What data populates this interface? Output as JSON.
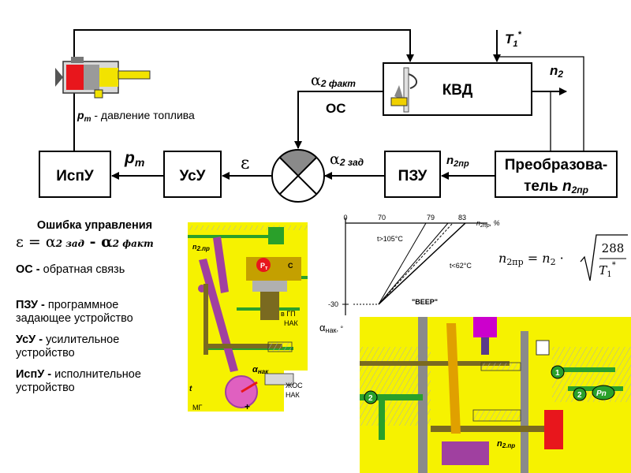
{
  "blocks": {
    "kvd": "КВД",
    "ispu": "ИспУ",
    "usu": "УсУ",
    "pzu": "ПЗУ",
    "converter_line1": "Преобразова-",
    "converter_line2": "тель "
  },
  "signals": {
    "t1_star": "T",
    "t1_sub": "1",
    "t1_sup": "*",
    "n2": "n",
    "n2_sub": "2",
    "n2pr": "n",
    "n2pr_sub": "2пр",
    "alpha2_fact_sym": "α",
    "alpha2_fact_sub": "2 факт",
    "alpha2_zad_sym": "α",
    "alpha2_zad_sub": "2 зад",
    "epsilon": "ε",
    "pt": "p",
    "pt_sub": "т",
    "os": "ОС"
  },
  "fuel_label": {
    "sym": "p",
    "sub": "т",
    "text": " - давление топлива"
  },
  "legend": {
    "title": "Ошибка управления",
    "eq_eps": "ε = α",
    "eq_zad": "2 зад",
    "eq_minus": " - α",
    "eq_fact": "2 факт",
    "os_abbr": "ОС -",
    "os_text": " обратная связь",
    "pzu_abbr": "ПЗУ -",
    "pzu_text": " программное задающее устройство",
    "usu_abbr": "УсУ -",
    "usu_text": " усилительное устройство",
    "ispu_abbr": "ИспУ -",
    "ispu_text": " исполнительное устройство"
  },
  "graph": {
    "x_ticks": [
      "0",
      "70",
      "79",
      "83"
    ],
    "x_unit": "n",
    "x_unit_sub": "2пр",
    "x_unit_tail": ", %",
    "y_tick": "-30",
    "y_label": "α",
    "y_label_sub": "нак",
    "y_label_tail": ", °",
    "curve_hot": "t",
    "curve_hot_tail": ">105°C",
    "curve_cold": "t",
    "curve_cold_tail": "<62°C",
    "fan_label": "\"ВЕЕР\""
  },
  "formula": {
    "lhs": "n",
    "lhs_sub": "2пр",
    "eq": " = n",
    "eq_sub": "2",
    "dot": " · ",
    "num": "288",
    "den": "T",
    "den_sub": "1",
    "den_sup": "*"
  },
  "schematic_left": {
    "n2pr": "n",
    "n2pr_sub": "2.пр",
    "alpha": "α",
    "alpha_sub": "нак",
    "pt_badge": "P",
    "pt_badge_sub": "т",
    "c_badge": "C",
    "vtp": "в ГП",
    "nak": "НАК",
    "zhos": "ЖОС",
    "nak2": "НАК",
    "mg": "МГ",
    "t1": "t",
    "plus": "+"
  },
  "schematic_right": {
    "badge1": "1",
    "badge2": "2",
    "badge2b": "2",
    "pn": "Pn",
    "n2pr": "n",
    "n2pr_sub": "2.пр"
  },
  "colors": {
    "schematic_yellow": "#f6f200",
    "piston_red": "#e8161c",
    "fuel_yellow": "#f2e300",
    "comparator_gray": "#8a8a8a",
    "purple_lever": "#a040a0",
    "green_pipe": "#2aa02a",
    "olive": "#7a6a20"
  }
}
